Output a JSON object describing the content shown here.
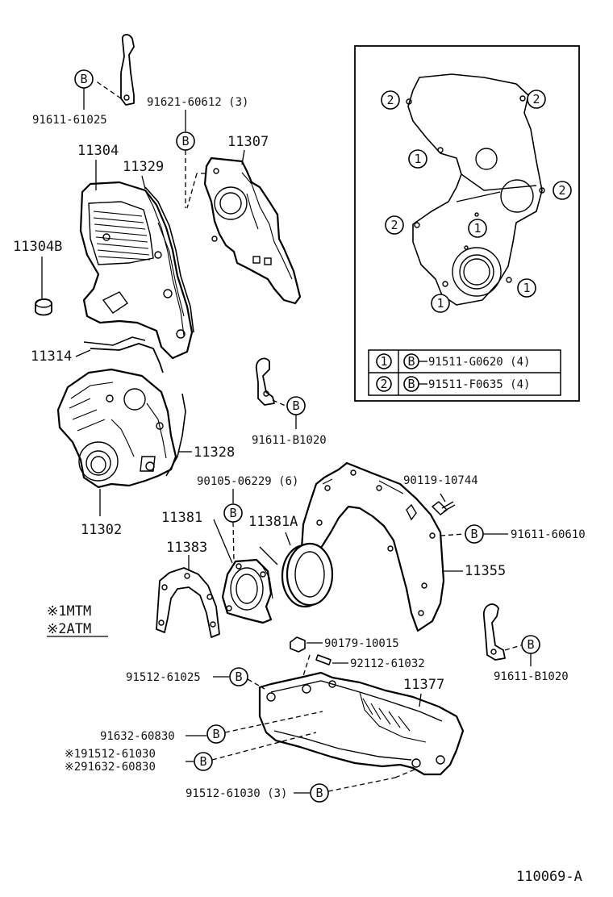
{
  "diagram_id": "110069-A",
  "part_numbers": {
    "p11304": "11304",
    "p11329": "11329",
    "p11304b": "11304B",
    "p11314": "11314",
    "p11328": "11328",
    "p11302": "11302",
    "p11307": "11307",
    "p91621_60612": "91621-60612 (3)",
    "p91611_61025": "91611-61025",
    "p91611_b1020_mid": "91611-B1020",
    "p90105_06229": "90105-06229 (6)",
    "p90119_10744": "90119-10744",
    "p91611_60610": "91611-60610",
    "p11381": "11381",
    "p11381a": "11381A",
    "p11383": "11383",
    "p11355": "11355",
    "p90179_10015": "90179-10015",
    "p92112_61032": "92112-61032",
    "p91611_b1020_right": "91611-B1020",
    "p91512_61025": "91512-61025",
    "p11377": "11377",
    "p91632_60830": "91632-60830",
    "p191512_61030": "※191512-61030",
    "p291632_60830": "※291632-60830",
    "p91512_61030": "91512-61030 (3)"
  },
  "callout_letter": "B",
  "legend_notes": {
    "note1": "※1MTM",
    "note2": "※2ATM"
  },
  "inset": {
    "marker1": "1",
    "marker2": "2",
    "table": [
      {
        "index": "1",
        "letter": "B",
        "part": "91511-G0620 (4)"
      },
      {
        "index": "2",
        "letter": "B",
        "part": "91511-F0635 (4)"
      }
    ]
  }
}
